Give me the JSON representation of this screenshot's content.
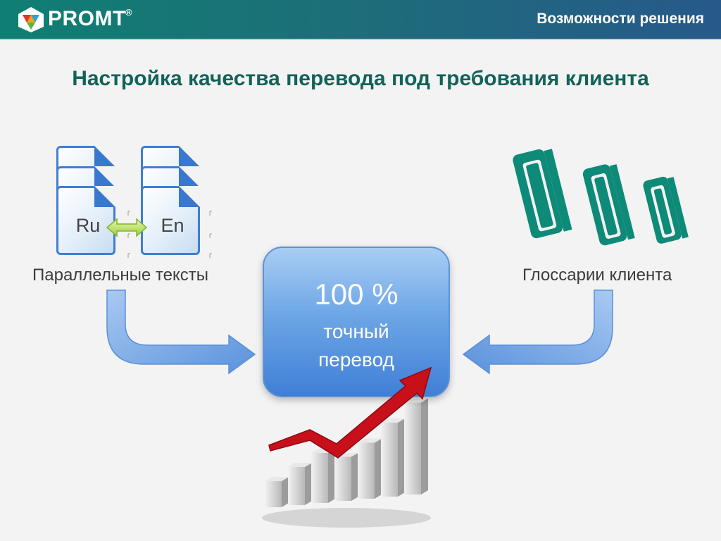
{
  "header": {
    "logo_text": "PROMT",
    "logo_reg": "®",
    "section_title": "Возможности решения"
  },
  "heading": "Настройка качества перевода под требования клиента",
  "parallel": {
    "source_lang": "Ru",
    "target_lang": "En",
    "label": "Параллельные тексты"
  },
  "glossary": {
    "label": "Глоссарии клиента",
    "icon": "books-icon"
  },
  "center": {
    "percent": "100 %",
    "line1": "точный",
    "line2": "перевод"
  },
  "colors": {
    "header_start": "#0f7f73",
    "header_end": "#27598a",
    "heading": "#126358",
    "books": "#0e8a78",
    "box": "#4f8fdc",
    "arrow": "#c8101a"
  },
  "growth_chart": {
    "icon": "growth-chart-icon",
    "bar_levels": [
      1,
      2,
      3,
      2.5,
      3.5,
      5,
      6.5
    ]
  }
}
